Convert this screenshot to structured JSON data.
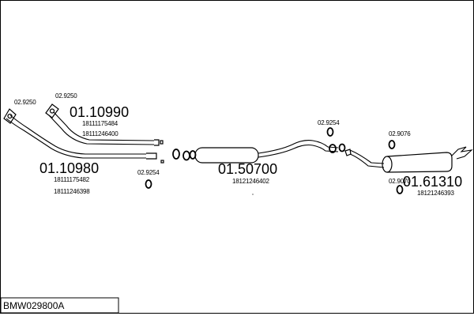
{
  "document_code": "BMW029800A",
  "parts": {
    "front_pipe_upper": {
      "code": "01.10990",
      "refs": [
        "18111175484",
        "18111246400"
      ]
    },
    "front_pipe_lower": {
      "code": "01.10980",
      "refs": [
        "18111175482",
        "18111246398"
      ]
    },
    "middle_silencer": {
      "code": "01.50700",
      "refs": [
        "18121246402"
      ]
    },
    "rear_silencer": {
      "code": "01.61310",
      "refs": [
        "18121246393"
      ]
    }
  },
  "fittings": {
    "gasket_left": "02.9250",
    "gasket_right": "02.9250",
    "clamp_front": "02.9254",
    "clamp_middle": "02.9254",
    "ring_rear_top": "02.9076",
    "ring_rear_bottom": "02.9070"
  }
}
